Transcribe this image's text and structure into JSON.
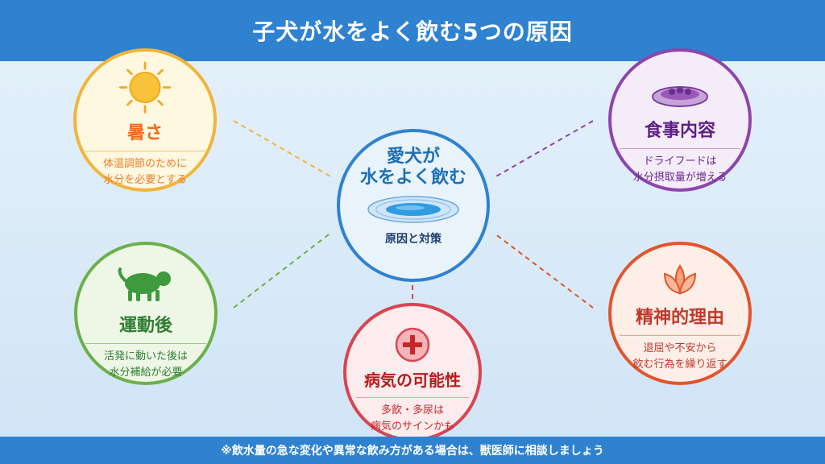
{
  "header": {
    "title": "子犬が水をよく飲む5つの原因"
  },
  "center": {
    "title_line1": "愛犬が",
    "title_line2": "水をよく飲む",
    "subtitle": "原因と対策"
  },
  "causes": {
    "heat": {
      "title": "暑さ",
      "desc_line1": "体温調節のために",
      "desc_line2": "水分を必要とする",
      "color": "#f2b43c",
      "icon": "sun-icon"
    },
    "exercise": {
      "title": "運動後",
      "desc_line1": "活発に動いた後は",
      "desc_line2": "水分補給が必要",
      "color": "#6cb04a",
      "icon": "dog-icon"
    },
    "food": {
      "title": "食事内容",
      "desc_line1": "ドライフードは",
      "desc_line2": "水分摂取量が増える",
      "color": "#8e44ad",
      "icon": "food-bowl-icon"
    },
    "mental": {
      "title": "精神的理由",
      "desc_line1": "退屈や不安から",
      "desc_line2": "飲む行為を繰り返す",
      "color": "#e0552c",
      "icon": "lotus-icon"
    },
    "illness": {
      "title": "病気の可能性",
      "desc_line1": "多飲・多尿は",
      "desc_line2": "病気のサインかも",
      "color": "#d94452",
      "icon": "medical-cross-icon"
    }
  },
  "footer": {
    "note": "※飲水量の急な変化や異常な飲み方がある場合は、獣医師に相談しましょう"
  }
}
